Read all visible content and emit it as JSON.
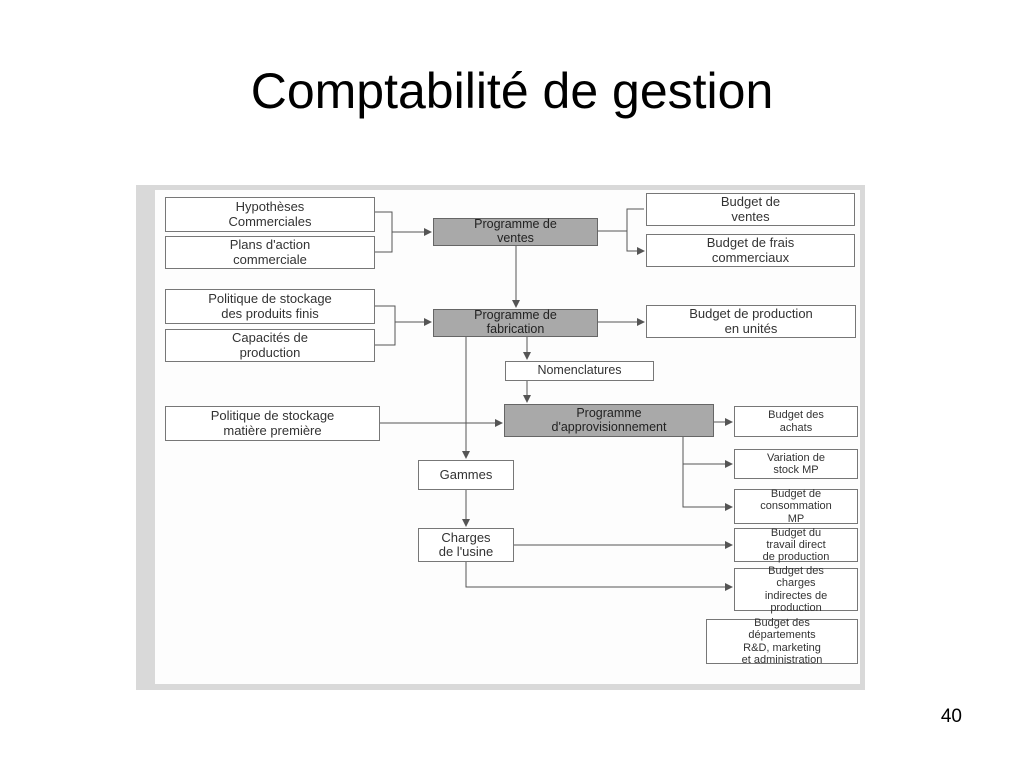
{
  "slide": {
    "title": "Comptabilité de gestion",
    "page_number": "40"
  },
  "diagram": {
    "inputs": {
      "hypotheses": [
        "Hypothèses",
        "Commerciales"
      ],
      "plans_action": [
        "Plans d'action",
        "commerciale"
      ],
      "stock_produits": [
        "Politique de stockage",
        "des produits finis"
      ],
      "capacites": [
        "Capacités de",
        "production"
      ],
      "stock_matiere": [
        "Politique de stockage",
        "matière première"
      ]
    },
    "programs": {
      "ventes": [
        "Programme de",
        "ventes"
      ],
      "fabrication": [
        "Programme de",
        "fabrication"
      ],
      "nomenclatures": [
        "Nomenclatures"
      ],
      "approvisionnement": [
        "Programme",
        "d'approvisionnement"
      ],
      "gammes": [
        "Gammes"
      ],
      "charges_usine": [
        "Charges",
        "de l'usine"
      ]
    },
    "budgets": {
      "ventes": [
        "Budget de",
        "ventes"
      ],
      "frais_commerciaux": [
        "Budget de frais",
        "commerciaux"
      ],
      "production_unites": [
        "Budget de production",
        "en unités"
      ],
      "achats": [
        "Budget des",
        "achats"
      ],
      "variation_stock": [
        "Variation de",
        "stock MP"
      ],
      "consommation": [
        "Budget de",
        "consommation",
        "MP"
      ],
      "travail_direct": [
        "Budget du",
        "travail direct",
        "de production"
      ],
      "charges_indirectes": [
        "Budget des",
        "charges",
        "indirectes de",
        "production"
      ],
      "departements": [
        "Budget des",
        "départements",
        "R&D, marketing",
        "et  administration"
      ]
    }
  }
}
